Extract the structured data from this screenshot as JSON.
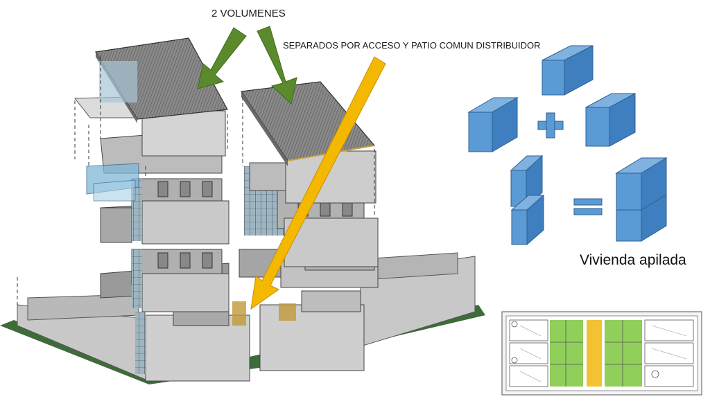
{
  "labels": {
    "title": "2 VOLUMENES",
    "subtitle": "SEPARADOS POR ACCESO Y PATIO COMUN DISTRIBUIDOR",
    "caption": "Vivienda apilada"
  },
  "colors": {
    "arrow_green": "#5b8a2d",
    "arrow_yellow": "#f5b800",
    "cube_front": "#5b9bd5",
    "cube_top": "#7fb2e0",
    "cube_side": "#3f7fbf",
    "cube_stroke": "#2e5f8f",
    "ground": "#3e6b3a",
    "wall": "#c6c6c6",
    "roof": "#7a7a7a",
    "plan_green": "#8fcf5a",
    "plan_yellow": "#f2c232"
  },
  "icons": {
    "plus": "plus-icon",
    "equals": "equals-icon"
  }
}
